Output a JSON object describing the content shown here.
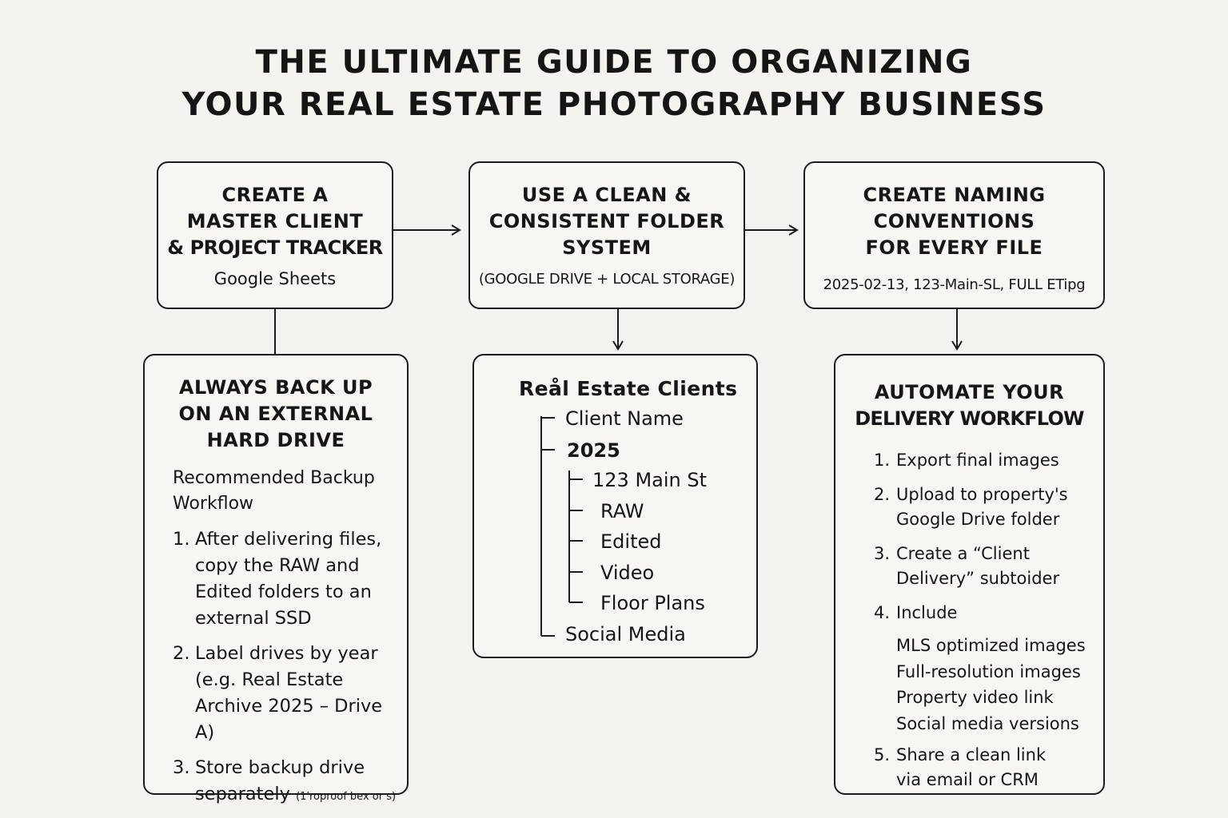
{
  "title": {
    "line1": "THE ULTIMATE GUIDE TO ORGANIZING",
    "line2": "YOUR REAL ESTATE PHOTOGRAPHY BUSINESS"
  },
  "box_tracker": {
    "title_lines": [
      "CREATE A",
      "MASTER CLIENT",
      "& PROJECT TRACKER"
    ],
    "subtitle": "Google Sheets"
  },
  "box_folder": {
    "title_lines": [
      "USE A CLEAN &",
      "CONSISTENT FOLDER",
      "SYSTEM"
    ],
    "subtitle": "(GOOGLE DRIVE + LOCAL STORAGE)"
  },
  "box_naming": {
    "title_lines": [
      "CREATE NAMING",
      "CONVENTIONS",
      "FOR EVERY FILE"
    ],
    "subtitle": "2025-02-13, 123-Main-SL, FULL ETipg"
  },
  "box_backup": {
    "title_lines": [
      "ALWAYS BACK UP",
      "ON AN EXTERNAL",
      "HARD DRIVE"
    ],
    "intro_lines": [
      "Recommended Backup",
      "Workflow"
    ],
    "steps": [
      {
        "num": "1.",
        "text": "After delivering files,\ncopy the RAW and\nEdited folders to an\nexternal SSD"
      },
      {
        "num": "2.",
        "text": "Label drives by year\n(e.g. Real Estate\nArchive 2025 – Drive A)"
      },
      {
        "num": "3.",
        "text": "Store backup drive\nseparately",
        "small": "(1'roproof bex or s)"
      }
    ]
  },
  "box_tree": {
    "root": "Reål Estate Clients",
    "items": {
      "client_name": "Client Name",
      "year": "2025",
      "address": "123 Main St",
      "raw": "RAW",
      "edited": "Edited",
      "video": "Video",
      "floor_plans": "Floor Plans",
      "social_media": "Social Media"
    }
  },
  "box_delivery": {
    "title_lines": [
      "AUTOMATE YOUR",
      "DELIVERY WORKFLOW"
    ],
    "steps": [
      {
        "num": "1.",
        "text": "Export final images"
      },
      {
        "num": "2.",
        "text": "Upload to property's\nGoogle Drive folder"
      },
      {
        "num": "3.",
        "text": "Create a “Client\nDelivery” subtoider"
      },
      {
        "num": "4.",
        "text": "Include"
      },
      {
        "num": "5.",
        "text": "Share a clean link\nvia email or CRM"
      }
    ],
    "include_items": [
      "MLS optimized images",
      "Full-resolution images",
      "Property video link",
      "Social media versions"
    ]
  }
}
